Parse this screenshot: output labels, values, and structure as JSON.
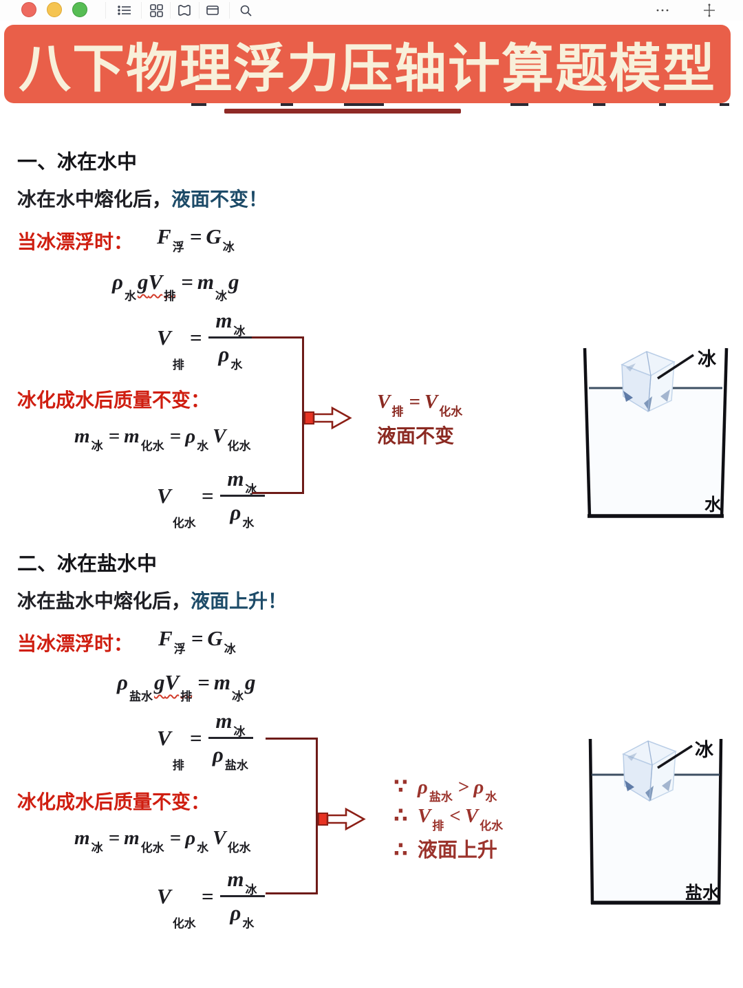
{
  "colors": {
    "banner_bg": "#e95f49",
    "banner_fg": "#f8f0da",
    "highlight_blue": "#1d4b68",
    "label_red": "#cf1e10",
    "conclusion_dark_red": "#8b2a22",
    "bracket_red": "#6e1b18"
  },
  "chrome": {
    "more_icon": "more-ellipsis",
    "window_buttons": [
      "close",
      "minimize",
      "zoom"
    ]
  },
  "banner": {
    "title": "八下物理浮力压轴计算题模型"
  },
  "s1": {
    "heading": "一、冰在水中",
    "melt_prefix": "冰在水中熔化后，",
    "melt_highlight": "液面不变！",
    "float_label": "当冰漂浮时：",
    "eq_float": {
      "lhs": "F",
      "lhs_sub": "浮",
      "rel": "=",
      "rhs": "G",
      "rhs_sub": "冰"
    },
    "eq_buoy": {
      "rho": "ρ",
      "rho_sub": "水",
      "g1": "g",
      "V": "V",
      "V_sub": "排",
      "rel": "=",
      "m": "m",
      "m_sub": "冰",
      "g2": "g"
    },
    "frac_vpai": {
      "lhs": "V",
      "lhs_sub": "排",
      "rel": "=",
      "num": "m",
      "num_sub": "冰",
      "den": "ρ",
      "den_sub": "水"
    },
    "mass_label": "冰化成水后质量不变：",
    "eq_mass": {
      "m1": "m",
      "m1_sub": "冰",
      "rel1": "=",
      "m2": "m",
      "m2_sub": "化水",
      "rel2": "=",
      "rho": "ρ",
      "rho_sub": "水",
      "V": "V",
      "V_sub": "化水"
    },
    "frac_vhua": {
      "lhs": "V",
      "lhs_sub": "化水",
      "rel": "=",
      "num": "m",
      "num_sub": "冰",
      "den": "ρ",
      "den_sub": "水"
    },
    "result_eq": {
      "lhs": "V",
      "lhs_sub": "排",
      "rel": "=",
      "rhs": "V",
      "rhs_sub": "化水"
    },
    "result_text": "液面不变",
    "diagram": {
      "ice": "冰",
      "liquid": "水"
    }
  },
  "s2": {
    "heading": "二、冰在盐水中",
    "melt_prefix": "冰在盐水中熔化后，",
    "melt_highlight": "液面上升！",
    "float_label": "当冰漂浮时：",
    "eq_float": {
      "lhs": "F",
      "lhs_sub": "浮",
      "rel": "=",
      "rhs": "G",
      "rhs_sub": "冰"
    },
    "eq_buoy": {
      "rho": "ρ",
      "rho_sub": "盐水",
      "g1": "g",
      "V": "V",
      "V_sub": "排",
      "rel": "=",
      "m": "m",
      "m_sub": "冰",
      "g2": "g"
    },
    "frac_vpai": {
      "lhs": "V",
      "lhs_sub": "排",
      "rel": "=",
      "num": "m",
      "num_sub": "冰",
      "den": "ρ",
      "den_sub": "盐水"
    },
    "mass_label": "冰化成水后质量不变：",
    "eq_mass": {
      "m1": "m",
      "m1_sub": "冰",
      "rel1": "=",
      "m2": "m",
      "m2_sub": "化水",
      "rel2": "=",
      "rho": "ρ",
      "rho_sub": "水",
      "V": "V",
      "V_sub": "化水"
    },
    "frac_vhua": {
      "lhs": "V",
      "lhs_sub": "化水",
      "rel": "=",
      "num": "m",
      "num_sub": "冰",
      "den": "ρ",
      "den_sub": "水"
    },
    "because": {
      "sym": "∵",
      "a": "ρ",
      "a_sub": "盐水",
      "rel": ">",
      "b": "ρ",
      "b_sub": "水"
    },
    "so1": {
      "sym": "∴",
      "a": "V",
      "a_sub": "排",
      "rel": "<",
      "b": "V",
      "b_sub": "化水"
    },
    "so2": {
      "sym": "∴",
      "text": "液面上升"
    },
    "diagram": {
      "ice": "冰",
      "liquid": "盐水"
    }
  }
}
